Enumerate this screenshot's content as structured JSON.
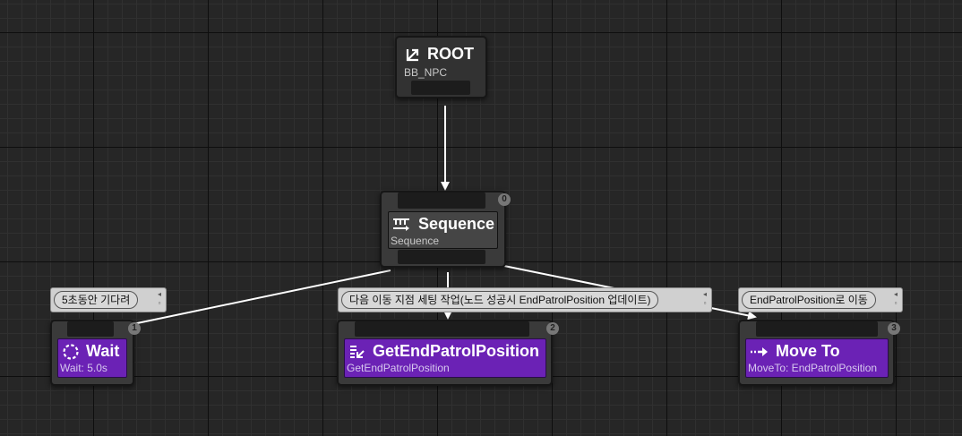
{
  "root": {
    "title": "ROOT",
    "subtitle": "BB_NPC",
    "icon": "tree-root-icon"
  },
  "sequence": {
    "title": "Sequence",
    "subtitle": "Sequence",
    "index": "0",
    "icon": "sequence-icon"
  },
  "tasks": [
    {
      "title": "Wait",
      "subtitle": "Wait: 5.0s",
      "index": "1",
      "comment": "5초동안 기다려",
      "icon": "wait-icon"
    },
    {
      "title": "GetEndPatrolPosition",
      "subtitle": "GetEndPatrolPosition",
      "index": "2",
      "comment": "다음 이동 지점 세팅 작업(노드 성공시 EndPatrolPosition 업데이트)",
      "icon": "task-list-icon"
    },
    {
      "title": "Move To",
      "subtitle": "MoveTo: EndPatrolPosition",
      "index": "3",
      "comment": "EndPatrolPosition로 이동",
      "icon": "move-to-icon"
    }
  ],
  "colors": {
    "task_accent": "#6b22b5",
    "background": "#262626",
    "wire": "#ffffff"
  }
}
